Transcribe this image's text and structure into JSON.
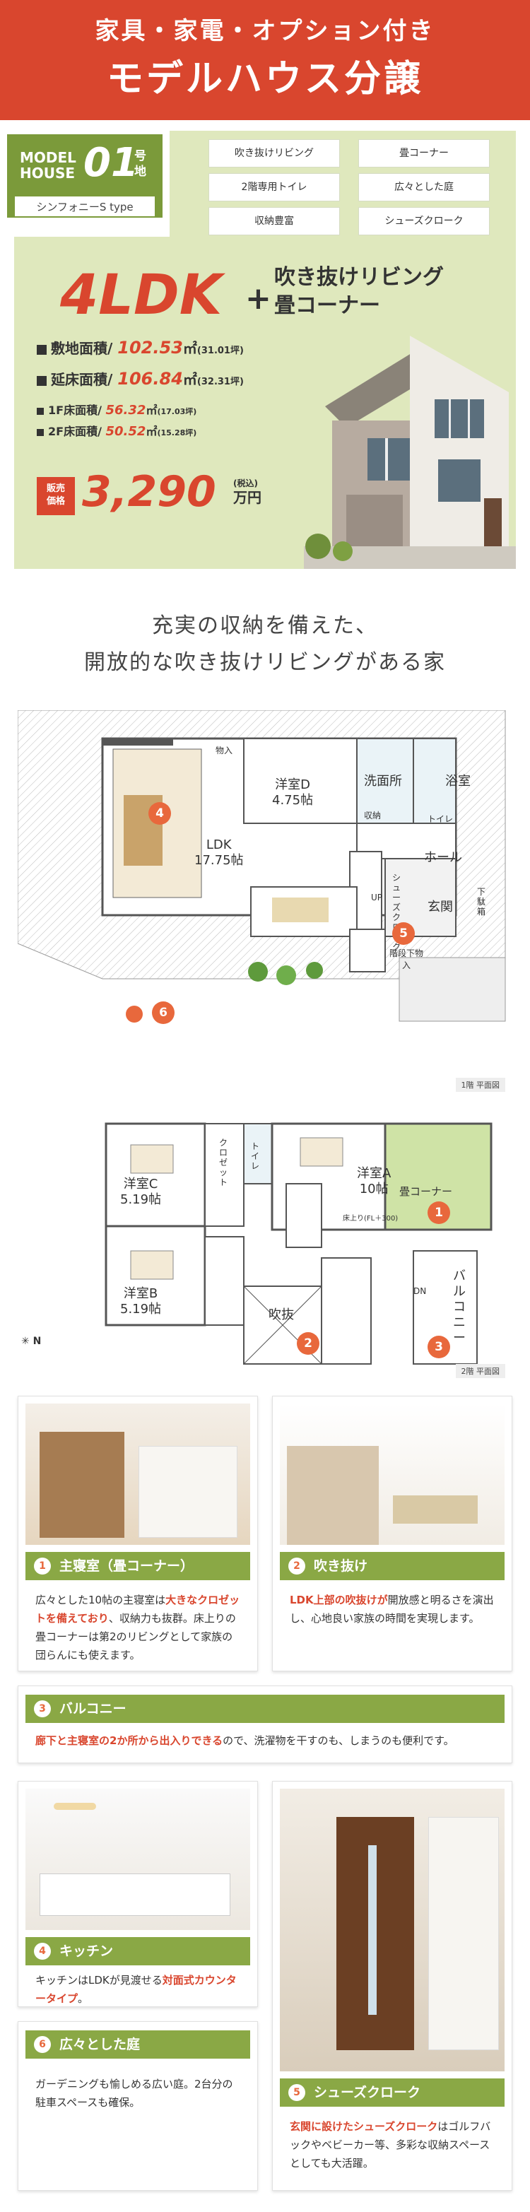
{
  "header": {
    "line1": "家具・家電・オプション付き",
    "line2": "モデルハウス分譲"
  },
  "model": {
    "label1": "MODEL",
    "label2": "HOUSE",
    "number": "01",
    "suffix1": "号",
    "suffix2": "地",
    "type": "シンフォニーS type"
  },
  "features": [
    "吹き抜けリビング",
    "畳コーナー",
    "2階専用トイレ",
    "広々とした庭",
    "収納豊富",
    "シューズクローク"
  ],
  "layout": {
    "type": "4LDK",
    "plus": "+",
    "sub1": "吹き抜けリビング",
    "sub2": "畳コーナー"
  },
  "specs": {
    "land_label": "敷地面積/",
    "land_value": "102.53",
    "land_unit": "㎡",
    "land_tsubo": "(31.01坪)",
    "floor_label": "延床面積/",
    "floor_value": "106.84",
    "floor_unit": "㎡",
    "floor_tsubo": "(32.31坪)",
    "f1_label": "1F床面積/",
    "f1_value": "56.32",
    "f1_unit": "㎡",
    "f1_tsubo": "(17.03坪)",
    "f2_label": "2F床面積/",
    "f2_value": "50.52",
    "f2_unit": "㎡",
    "f2_tsubo": "(15.28坪)"
  },
  "price": {
    "label1": "販売",
    "label2": "価格",
    "value": "3,290",
    "tax": "(税込)",
    "unit": "万円"
  },
  "tagline": {
    "line1": "充実の収納を備えた、",
    "line2": "開放的な吹き抜けリビングがある家"
  },
  "plan1": {
    "caption": "1階 平面図",
    "storage": "物入",
    "room_d_name": "洋室D",
    "room_d_size": "4.75帖",
    "wash": "洗面所",
    "bath": "浴室",
    "toilet": "トイレ",
    "closet": "収納",
    "ldk_name": "LDK",
    "ldk_size": "17.75帖",
    "hall": "ホール",
    "entrance": "玄関",
    "shoe_rack": "下駄箱",
    "shoes_closet": "シューズクローク",
    "under_stair": "階段下物入",
    "up": "UP"
  },
  "plan2": {
    "caption": "2階 平面図",
    "room_c_name": "洋室C",
    "room_c_size": "5.19帖",
    "room_b_name": "洋室B",
    "room_b_size": "5.19帖",
    "room_a_name": "洋室A",
    "room_a_size": "10帖",
    "closet": "クロゼット",
    "toilet": "トイレ",
    "tatami": "畳コーナー",
    "floor_note": "床上り(FL＋300)",
    "void": "吹抜",
    "balcony": "バルコニー",
    "dn": "DN"
  },
  "compass": "N",
  "cards": [
    {
      "num": "1",
      "title": "主寝室（畳コーナー）",
      "text_pre": "広々とした10帖の主寝室は",
      "text_hl": "大きなクロゼットを備えており",
      "text_post": "、収納力も抜群。床上りの畳コーナーは第2のリビングとして家族の団らんにも使えます。"
    },
    {
      "num": "2",
      "title": "吹き抜け",
      "text_pre": "",
      "text_hl": "LDK上部の吹抜けが",
      "text_post": "開放感と明るさを演出し、心地良い家族の時間を実現します。"
    },
    {
      "num": "3",
      "title": "バルコニー",
      "text_pre": "",
      "text_hl": "廊下と主寝室の2か所から出入りできる",
      "text_post": "ので、洗濯物を干すのも、しまうのも便利です。"
    },
    {
      "num": "4",
      "title": "キッチン",
      "text_pre": "キッチンはLDKが見渡せる",
      "text_hl": "対面式カウンタータイプ",
      "text_post": "。"
    },
    {
      "num": "5",
      "title": "シューズクローク",
      "text_pre": "",
      "text_hl": "玄関に設けたシューズクローク",
      "text_post": "はゴルフバックやベビーカー等、多彩な収納スペースとしても大活躍。"
    },
    {
      "num": "6",
      "title": "広々とした庭",
      "text_pre": "ガーデニングも愉しめる広い庭。2台分の駐車スペースも確保。",
      "text_hl": "",
      "text_post": ""
    }
  ],
  "colors": {
    "accent": "#d9462e",
    "green": "#7b9a3a",
    "bar_green": "#8aa845",
    "info_bg": "#dfe8bd",
    "badge": "#e8683c"
  }
}
